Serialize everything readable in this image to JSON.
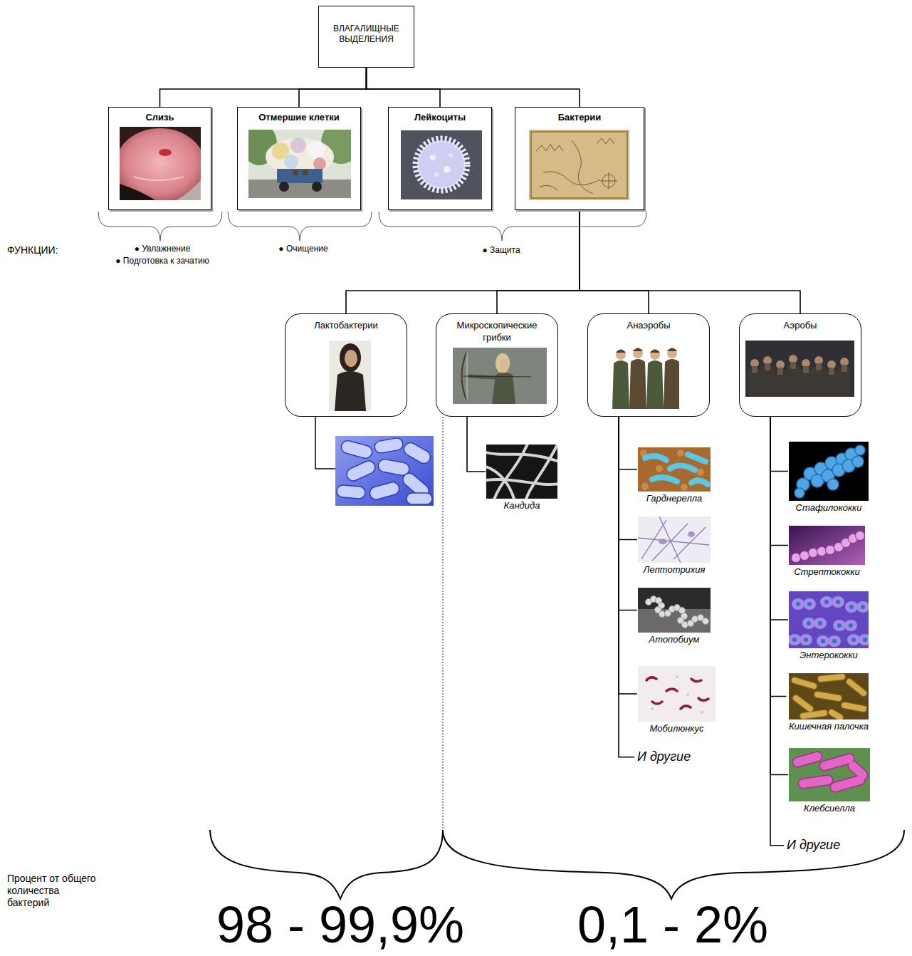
{
  "diagram": {
    "nodes": [
      {
        "text": [
          "ВЛАГАЛИЩНЫЕ ВЫДЕЛЕНИЯ"
        ]
      },
      {
        "text": [
          "Слизь"
        ]
      },
      {
        "text": [
          "Отмершие клетки"
        ]
      },
      {
        "text": [
          "Лейкоциты"
        ]
      },
      {
        "text": [
          "Бактерии"
        ]
      },
      {
        "text": [
          "Лактобактерии"
        ]
      },
      {
        "text": [
          "Микроскопические грибки"
        ]
      },
      {
        "text": [
          "Анаэробы"
        ]
      },
      {
        "text": [
          "Аэробы"
        ]
      },
      {
        "text": [
          "Кандида"
        ]
      },
      {
        "text": [
          "Гарднерелла"
        ]
      },
      {
        "text": [
          "Лептотрихия"
        ]
      },
      {
        "text": [
          "Атопобиум"
        ]
      },
      {
        "text": [
          "Мобилюнкус"
        ]
      },
      {
        "text": [
          "И другие"
        ]
      },
      {
        "text": [
          "Стафилококки"
        ]
      },
      {
        "text": [
          "Стрептококки"
        ]
      },
      {
        "text": [
          "Энтерококки"
        ]
      },
      {
        "text": [
          "Кишечная палочка"
        ]
      },
      {
        "text": [
          "Клебсиелла"
        ]
      },
      {
        "text": [
          "И другие"
        ]
      }
    ],
    "edges": [
      {
        "from": 0,
        "to": 1,
        "arrow": "none"
      },
      {
        "from": 0,
        "to": 2,
        "arrow": "none"
      },
      {
        "from": 0,
        "to": 3,
        "arrow": "none"
      },
      {
        "from": 0,
        "to": 4,
        "arrow": "none"
      },
      {
        "from": 4,
        "to": 5,
        "arrow": "none"
      },
      {
        "from": 4,
        "to": 6,
        "arrow": "none"
      },
      {
        "from": 4,
        "to": 7,
        "arrow": "none"
      },
      {
        "from": 4,
        "to": 8,
        "arrow": "none"
      },
      {
        "from": 6,
        "to": 9,
        "arrow": "none"
      },
      {
        "from": 7,
        "to": 10,
        "arrow": "none"
      },
      {
        "from": 7,
        "to": 11,
        "arrow": "none"
      },
      {
        "from": 7,
        "to": 12,
        "arrow": "none"
      },
      {
        "from": 7,
        "to": 13,
        "arrow": "none"
      },
      {
        "from": 7,
        "to": 14,
        "arrow": "none"
      },
      {
        "from": 8,
        "to": 15,
        "arrow": "none"
      },
      {
        "from": 8,
        "to": 16,
        "arrow": "none"
      },
      {
        "from": 8,
        "to": 17,
        "arrow": "none"
      },
      {
        "from": 8,
        "to": 18,
        "arrow": "none"
      },
      {
        "from": 8,
        "to": 19,
        "arrow": "none"
      },
      {
        "from": 8,
        "to": 20,
        "arrow": "none"
      }
    ],
    "labels": [
      "ФУНКЦИИ:",
      "● Увлажнение",
      "● Подготовка к зачатию",
      "● Очищение",
      "● Защита",
      "Процент от общего количества бактерий",
      "98 - 99,9%",
      "0,1 - 2%"
    ]
  }
}
